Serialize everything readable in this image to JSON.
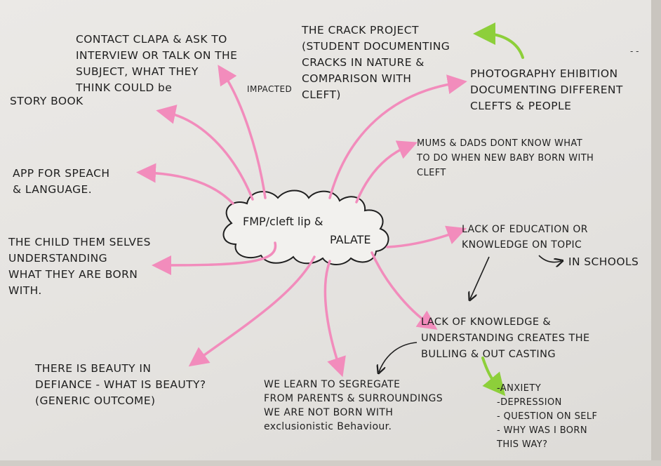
{
  "colors": {
    "paper": "#e7e5e2",
    "ink": "#1f1f1f",
    "pink_connector": "#f28cbc",
    "green_connector": "#8dcf3a"
  },
  "center": {
    "line1": "FMP/cleft lip &",
    "line2": "PALATE"
  },
  "branches": {
    "contact": "CONTACT CLAPA & ASK TO\nINTERVIEW OR TALK ON THE\nSUBJECT, WHAT THEY\nTHINK COULD be",
    "impacted": "IMPACTED",
    "crack": "THE CRACK PROJECT\n(STUDENT DOCUMENTING\nCRACKS IN NATURE &\nCOMPARISON WITH\nCLEFT)",
    "photography": "PHOTOGRAPHY EHIBITION\nDOCUMENTING DIFFERENT\nCLEFTS & PEOPLE",
    "storybook": "STORY BOOK",
    "mums": "MUMS & DADS DONT KNOW WHAT\nTO DO WHEN NEW BABY BORN WITH\nCLEFT",
    "app": "APP FOR SPEACH\n& LANGUAGE.",
    "education": "LACK OF EDUCATION OR\nKNOWLEDGE ON TOPIC",
    "schools": "IN SCHOOLS",
    "child": "THE CHILD THEM SELVES\nUNDERSTANDING\nWHAT THEY ARE BORN\nWITH.",
    "knowledge": "LACK OF KNOWLEDGE &\nUNDERSTANDING CREATES THE\nBULLING & OUT CASTING",
    "beauty": "THERE IS BEAUTY IN\nDEFIANCE - WHAT IS BEAUTY?\n(GENERIC OUTCOME)",
    "segregate": "WE LEARN TO SEGREGATE\nFROM PARENTS & SURROUNDINGS\nWE ARE NOT BORN WITH\nexclusionistic Behaviour.",
    "anxiety": "-ANXIETY\n-DEPRESSION\n- QUESTION ON SELF\n- WHY WAS I BORN\nTHIS WAY?"
  },
  "corner_mark": "- -"
}
